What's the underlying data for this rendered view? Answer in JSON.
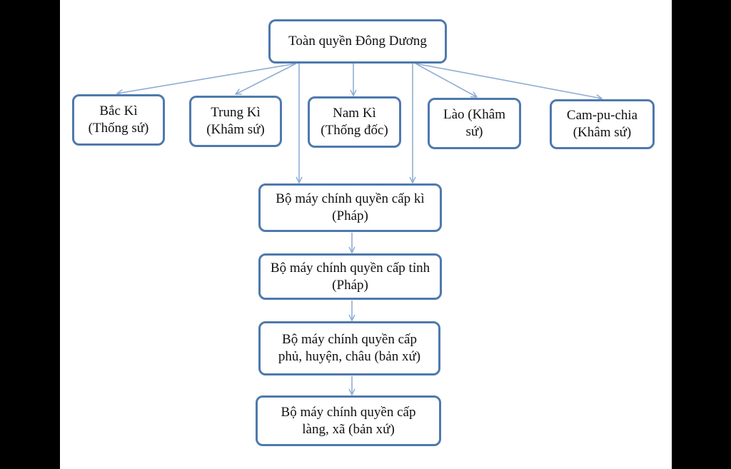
{
  "colors": {
    "border": "#4f79ae",
    "arrow": "#8fadd3",
    "background": "#ffffff",
    "frame": "#000000"
  },
  "nodes": {
    "root": {
      "line1": "Toàn quyền Đông Dương"
    },
    "bac_ki": {
      "line1": "Bắc Kì",
      "line2": "(Thống sứ)"
    },
    "trung_ki": {
      "line1": "Trung Kì",
      "line2": "(Khâm sứ)"
    },
    "nam_ki": {
      "line1": "Nam Kì",
      "line2": "(Thống đốc)"
    },
    "lao": {
      "line1": "Lào (Khâm",
      "line2": "sứ)"
    },
    "campuchia": {
      "line1": "Cam-pu-chia",
      "line2": "(Khâm sứ)"
    },
    "cap_ki": {
      "line1": "Bộ máy chính quyền cấp kì",
      "line2": "(Pháp)"
    },
    "cap_tinh": {
      "line1": "Bộ máy chính quyền cấp tỉnh",
      "line2": "(Pháp)"
    },
    "cap_phu": {
      "line1": "Bộ máy chính quyền cấp",
      "line2": "phủ, huyện, châu (bản xứ)"
    },
    "cap_lang": {
      "line1": "Bộ máy chính quyền cấp",
      "line2": "làng, xã (bản xứ)"
    }
  }
}
